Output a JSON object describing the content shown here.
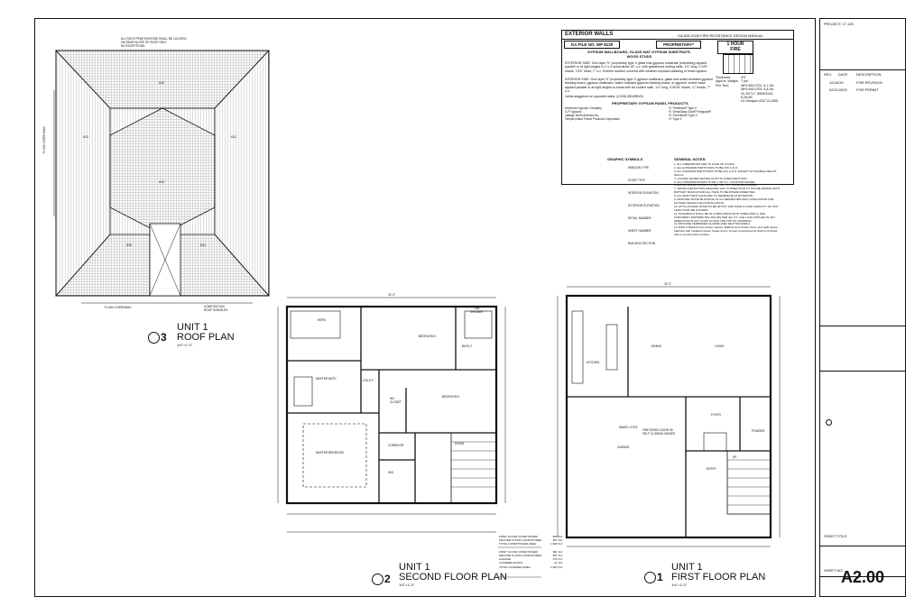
{
  "title_block": {
    "project": "PROJECT: 17-120",
    "rev_header": [
      "REV.",
      "DATE",
      "DESCRIPTION"
    ],
    "revisions": [
      {
        "date": "12/16/19",
        "desc": "FOR REVISION"
      },
      {
        "date": "02/11/2020",
        "desc": "FOR PERMIT"
      }
    ],
    "sheet_title_label": "SHEET TITLE:",
    "sheet_no_label": "SHEET NO:",
    "sheet_number": "A2.00"
  },
  "fire_table": {
    "title": "EXTERIOR WALLS",
    "manual": "GA-600-2006 FIRE RESISTANCE DESIGN MANUAL",
    "file_no": "GA FILE NO. WP 8130",
    "proprietary": "PROPRIETARY*",
    "rating": "1 HOUR\nFIRE",
    "subtitle": "GYPSUM WALLBOARD, GLASS MAT GYPSUM SUBSTRATE,\nWOOD STUDS",
    "exterior_side": "EXTERIOR SIDE: One layer ⅝\" proprietary type X glass mat gypsum substrate (sheathing) applied parallel or at right angles to 2 x 4 wood studs 16\" o.c. with galvanized roofing nails, 1¾\" long, 0.120\" shank, 7/16\" head, 7\" o.c. Exterior surface covered with weather exposed cladding or finish system.",
    "interior_side": "INTERIOR SIDE: One layer ⅝\" proprietary type X gypsum wallboard, glass mat water-resistant gypsum backing board, gypsum wallboard, water-resistant gypsum backing board, or gypsum veneer base applied parallel or at right angles to studs with 6d coated nails, 1⅞\" long, 0.0915\" shank, ¼\" heads, 7\" o.c.",
    "joints": "Joints staggered on opposite sides. (LOAD-BEARING)",
    "specs_labels": "Thickness:\nApprox. Weight:\nFire Test:",
    "specs_values": "4⅝\"\n7 psf\nWHI-495-0702, 8-7-95;\nWHI-495-0703, 8-8-95;\nUL R2717, 89NK3416,\n8-28-89;\nUL Designs U337 & U355",
    "products_title": "PROPRIETARY GYPSUM PANEL PRODUCTS",
    "companies": [
      "American Gypsum Company",
      "G-P Gypsum",
      "Lafarge North America Inc.",
      "Temple-Inland Forest Products Corporation"
    ],
    "products": [
      "⅝\" FireBlock® Type X",
      "⅝\" DensGlass Gold® Fireguard®",
      "⅝\" Firecheck® Type X",
      "⅝\" Type X"
    ]
  },
  "graphic_symbols": {
    "title": "GRAPHIC SYMBOLS",
    "items": [
      "WINDOW TYPE",
      "DOOR TYPE",
      "INTERIOR ELEVATION",
      "EXTERIOR ELEVATION",
      "DETAIL NUMBER",
      "SHEET NUMBER",
      "BUILDING SECTION"
    ]
  },
  "general_notes": {
    "title": "GENERAL NOTES:",
    "items": [
      "1. ALL DIMENSIONS ARE TO FACE OF STUDS.",
      "2. ALL EXTERIOR PARTITIONS TO BE 2X6 U.N.O.",
      "3. ALL INTERIOR PARTITIONS TO BE 2X4 U.N.O. EXCEPT AT DOUBLE HEIGHT WALLS.",
      "4. LOCATE WATER HEATER IN ATTIC OVER PARTITION.",
      "5. ALL INTERIOR DOORS TO BE 1 3/8 H.C. ON WOOD FRAME.",
      "6. ALL EXTERIOR DOORS TO BE 1 3/4\" S.C. ON WOOD FRAME.",
      "7. SMOKE DETECTORS REQUIRE 110V CONNECTION TO HOUSE WIRING WITH BATTERY BACKUP AND ALL HAVE TO BE INTERCONNECTED.",
      "8. ALL BATH VENT FANS ARE TO TERMINATE AT EXTERIOR.",
      "9. PROVIDE WOOD BLOCKING AT ALL BEDROOMS AND LIVING ROOM FOR FUTURE CEILING FAN INSTALLATION.",
      "10. ATTIC ACCESS STAIR TO BE 30\"X54\" AND HAVE A LOAD CAPACITY OF NOT LESS THAN 350 POUNDS.",
      "11. HANDRAILS SHALL BE IN COMPLIANCE WITH TABLE R301.4. MIN. UNIFORMLY DISTRIBUTED 200 LBS PER SQ. FT. LIVE LOAD APPLIED IN ANY DIRECTION AT ANY POINT ALONG THE TOP OF HANDRAIL.",
      "12. PROVIDE TEMPERED GLAZING PER SECTION R308.4",
      "13. R307.2 Bathtub and shower spaces. Bathtub and shower floors and walls above bathtubs with installed shower heads and in shower compartments shall be finished with a nonabsorbent surface."
    ]
  },
  "roof_plan": {
    "notes": [
      "ALL ROOF PENETRATIONS SHALL BE LOCATED",
      "ON REAR SLOPE OF ROOF ONLY.",
      "NO EXCEPTIONS."
    ],
    "flush_left": "FLUSH OVERHANG",
    "flush_bottom": "FLUSH OVERHANG",
    "composition": "COMPOSITION\nROOF SHINGLES",
    "pitches": [
      "6/12",
      "6/12",
      "6/12",
      "6/12",
      "8/12",
      "8/12"
    ],
    "label_unit": "UNIT 1",
    "label_name": "ROOF PLAN",
    "scale": "1/4\"=1'-0\"",
    "number": "3"
  },
  "second_floor": {
    "overall_dim": "32'-0\"",
    "rooms": [
      "HERS",
      "BEDROOM 3",
      "TUB",
      "SHOWER",
      "BATH 2",
      "MASTER BATH",
      "UTILITY",
      "BEDROOM 2",
      "MASTER BEDROOM",
      "CORRIDOR",
      "W/D",
      "W/I\nCLOSET",
      "DOWN"
    ],
    "label_unit": "UNIT 1",
    "label_name": "SECOND FLOOR PLAN",
    "scale": "1/4\"=1'-0\"",
    "number": "2"
  },
  "first_floor": {
    "overall_dim": "32'-0\"",
    "rooms": [
      "DINING",
      "LIVING",
      "KITCHEN",
      "FOYER",
      "POWDER",
      "GARAGE",
      "ENTRY",
      "UP",
      "WHEEL STOP",
      "FIRE RATED DOOR W/ SELF CLOSING HINGES"
    ],
    "label_unit": "UNIT 1",
    "label_name": "FIRST FLOOR PLAN",
    "scale": "1/4\"=1'-0\"",
    "number": "1"
  },
  "area_schedule": {
    "labels": [
      "FIRST FLOOR CONDITIONED",
      "SECOND FLOOR CONDITIONED",
      "TOTAL CONDITIONED AREA",
      "",
      "FIRST FLOOR CONDITIONED",
      "SECOND FLOOR CONDITIONED",
      "GARAGE",
      "COVERED ENTRY",
      "TOTAL COVERED AREA"
    ],
    "values": [
      "681 S.F.",
      "887 S.F.",
      "1,568 S.F.",
      "",
      "681 S.F.",
      "887 S.F.",
      "378 S.F.",
      "21 S.F.",
      "1,963 S.F."
    ]
  }
}
